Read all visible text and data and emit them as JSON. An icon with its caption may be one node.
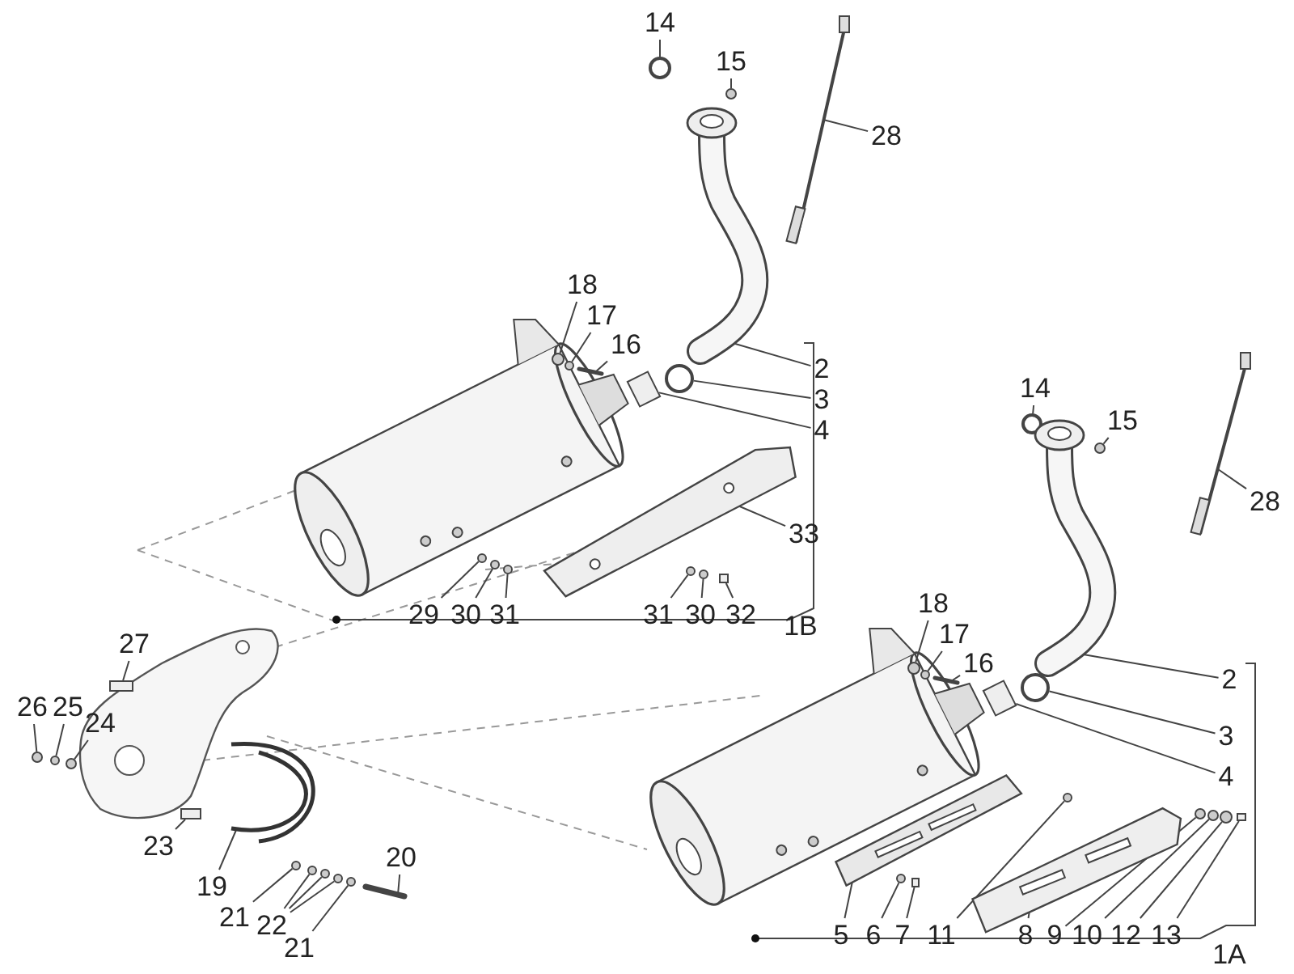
{
  "diagram": {
    "nodes": [
      {
        "text": [
          "14"
        ]
      },
      {
        "text": [
          "15"
        ]
      },
      {
        "text": [
          "28"
        ]
      },
      {
        "text": [
          "18"
        ]
      },
      {
        "text": [
          "17"
        ]
      },
      {
        "text": [
          "16"
        ]
      },
      {
        "text": [
          "2"
        ]
      },
      {
        "text": [
          "3"
        ]
      },
      {
        "text": [
          "4"
        ]
      },
      {
        "text": [
          "33"
        ]
      },
      {
        "text": [
          "29"
        ]
      },
      {
        "text": [
          "30"
        ]
      },
      {
        "text": [
          "31"
        ]
      },
      {
        "text": [
          "31"
        ]
      },
      {
        "text": [
          "30"
        ]
      },
      {
        "text": [
          "32"
        ]
      },
      {
        "text": [
          "14"
        ]
      },
      {
        "text": [
          "15"
        ]
      },
      {
        "text": [
          "28"
        ]
      },
      {
        "text": [
          "18"
        ]
      },
      {
        "text": [
          "17"
        ]
      },
      {
        "text": [
          "16"
        ]
      },
      {
        "text": [
          "2"
        ]
      },
      {
        "text": [
          "3"
        ]
      },
      {
        "text": [
          "4"
        ]
      },
      {
        "text": [
          "27"
        ]
      },
      {
        "text": [
          "26"
        ]
      },
      {
        "text": [
          "25"
        ]
      },
      {
        "text": [
          "24"
        ]
      },
      {
        "text": [
          "23"
        ]
      },
      {
        "text": [
          "20"
        ]
      },
      {
        "text": [
          "19"
        ]
      },
      {
        "text": [
          "21"
        ]
      },
      {
        "text": [
          "22"
        ]
      },
      {
        "text": [
          "21"
        ]
      },
      {
        "text": [
          "5"
        ]
      },
      {
        "text": [
          "6"
        ]
      },
      {
        "text": [
          "7"
        ]
      },
      {
        "text": [
          "11"
        ]
      },
      {
        "text": [
          "8"
        ]
      },
      {
        "text": [
          "9"
        ]
      },
      {
        "text": [
          "10"
        ]
      },
      {
        "text": [
          "12"
        ]
      },
      {
        "text": [
          "13"
        ]
      },
      {
        "text": [],
        "shape": "circle"
      },
      {
        "text": [],
        "shape": "circle"
      },
      {
        "text": [],
        "shape": "picture"
      },
      {
        "text": [],
        "shape": "circle"
      },
      {
        "text": [],
        "shape": "circle"
      },
      {
        "text": [],
        "shape": "picture"
      },
      {
        "text": [],
        "shape": "picture"
      },
      {
        "text": [],
        "shape": "circle"
      },
      {
        "text": [],
        "shape": "box"
      },
      {
        "text": [],
        "shape": "picture"
      },
      {
        "text": [],
        "shape": "circle"
      },
      {
        "text": [],
        "shape": "circle"
      },
      {
        "text": [],
        "shape": "circle"
      },
      {
        "text": [],
        "shape": "circle"
      },
      {
        "text": [],
        "shape": "circle"
      },
      {
        "text": [],
        "shape": "box"
      },
      {
        "text": [],
        "shape": "circle"
      },
      {
        "text": [],
        "shape": "circle"
      },
      {
        "text": [],
        "shape": "picture"
      },
      {
        "text": [],
        "shape": "circle"
      },
      {
        "text": [],
        "shape": "circle"
      },
      {
        "text": [],
        "shape": "picture"
      },
      {
        "text": [],
        "shape": "picture"
      },
      {
        "text": [],
        "shape": "circle"
      },
      {
        "text": [],
        "shape": "box"
      },
      {
        "text": [],
        "shape": "box"
      },
      {
        "text": [],
        "shape": "circle"
      },
      {
        "text": [],
        "shape": "circle"
      },
      {
        "text": [],
        "shape": "circle"
      },
      {
        "text": [],
        "shape": "box"
      },
      {
        "text": [],
        "shape": "picture"
      },
      {
        "text": [],
        "shape": "picture"
      },
      {
        "text": [],
        "shape": "circle"
      },
      {
        "text": [],
        "shape": "circle"
      },
      {
        "text": [],
        "shape": "circle"
      },
      {
        "text": [],
        "shape": "circle"
      },
      {
        "text": [],
        "shape": "circle"
      },
      {
        "text": [],
        "shape": "picture"
      },
      {
        "text": [],
        "shape": "circle"
      },
      {
        "text": [],
        "shape": "box"
      },
      {
        "text": [],
        "shape": "circle"
      },
      {
        "text": [],
        "shape": "picture"
      },
      {
        "text": [],
        "shape": "circle"
      },
      {
        "text": [],
        "shape": "circle"
      },
      {
        "text": [],
        "shape": "circle"
      },
      {
        "text": [],
        "shape": "box"
      }
    ],
    "edges": [
      {
        "from": 0,
        "to": 44,
        "arrow": "none"
      },
      {
        "from": 1,
        "to": 45,
        "arrow": "none"
      },
      {
        "from": 2,
        "to": 46,
        "arrow": "none"
      },
      {
        "from": 3,
        "to": 47,
        "arrow": "none"
      },
      {
        "from": 4,
        "to": 48,
        "arrow": "none"
      },
      {
        "from": 5,
        "to": 49,
        "arrow": "none"
      },
      {
        "from": 6,
        "to": 50,
        "arrow": "none"
      },
      {
        "from": 7,
        "to": 51,
        "arrow": "none"
      },
      {
        "from": 8,
        "to": 52,
        "arrow": "none"
      },
      {
        "from": 9,
        "to": 53,
        "arrow": "none"
      },
      {
        "from": 10,
        "to": 54,
        "arrow": "none"
      },
      {
        "from": 11,
        "to": 55,
        "arrow": "none"
      },
      {
        "from": 12,
        "to": 56,
        "arrow": "none"
      },
      {
        "from": 13,
        "to": 57,
        "arrow": "none"
      },
      {
        "from": 14,
        "to": 58,
        "arrow": "none"
      },
      {
        "from": 15,
        "to": 59,
        "arrow": "none"
      },
      {
        "from": 16,
        "to": 60,
        "arrow": "none"
      },
      {
        "from": 17,
        "to": 61,
        "arrow": "none"
      },
      {
        "from": 18,
        "to": 62,
        "arrow": "none"
      },
      {
        "from": 19,
        "to": 63,
        "arrow": "none"
      },
      {
        "from": 20,
        "to": 64,
        "arrow": "none"
      },
      {
        "from": 21,
        "to": 65,
        "arrow": "none"
      },
      {
        "from": 22,
        "to": 66,
        "arrow": "none"
      },
      {
        "from": 23,
        "to": 67,
        "arrow": "none"
      },
      {
        "from": 24,
        "to": 68,
        "arrow": "none"
      },
      {
        "from": 25,
        "to": 69,
        "arrow": "none"
      },
      {
        "from": 26,
        "to": 70,
        "arrow": "none"
      },
      {
        "from": 27,
        "to": 71,
        "arrow": "none"
      },
      {
        "from": 28,
        "to": 72,
        "arrow": "none"
      },
      {
        "from": 29,
        "to": 73,
        "arrow": "none"
      },
      {
        "from": 30,
        "to": 74,
        "arrow": "none"
      },
      {
        "from": 31,
        "to": 75,
        "arrow": "none"
      },
      {
        "from": 32,
        "to": 76,
        "arrow": "none"
      },
      {
        "from": 33,
        "to": 77,
        "arrow": "none"
      },
      {
        "from": 33,
        "to": 78,
        "arrow": "none"
      },
      {
        "from": 33,
        "to": 79,
        "arrow": "none"
      },
      {
        "from": 34,
        "to": 80,
        "arrow": "none"
      },
      {
        "from": 35,
        "to": 81,
        "arrow": "none"
      },
      {
        "from": 36,
        "to": 82,
        "arrow": "none"
      },
      {
        "from": 37,
        "to": 83,
        "arrow": "none"
      },
      {
        "from": 38,
        "to": 84,
        "arrow": "none"
      },
      {
        "from": 39,
        "to": 85,
        "arrow": "none"
      },
      {
        "from": 40,
        "to": 86,
        "arrow": "none"
      },
      {
        "from": 41,
        "to": 87,
        "arrow": "none"
      },
      {
        "from": 42,
        "to": 88,
        "arrow": "none"
      },
      {
        "from": 43,
        "to": 89,
        "arrow": "none"
      }
    ],
    "labels": [
      "1B",
      "1A"
    ]
  }
}
